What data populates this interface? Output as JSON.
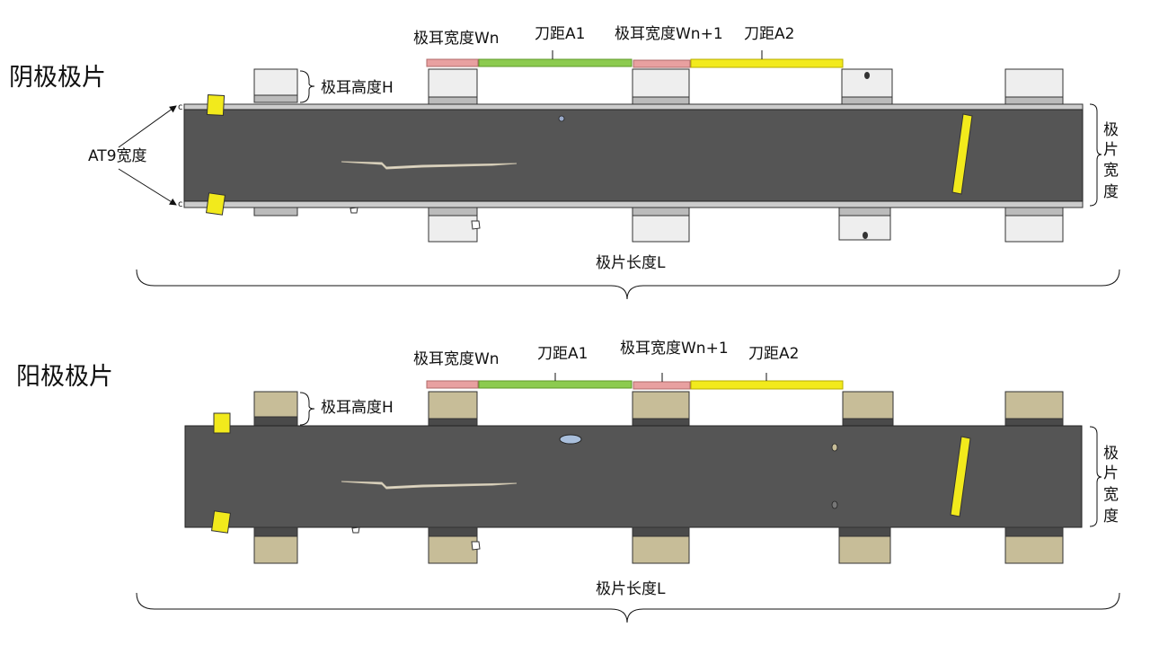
{
  "cathode": {
    "title": "阴极极片",
    "tab_width_n": "极耳宽度Wn",
    "knife_a1": "刀距A1",
    "tab_width_n1": "极耳宽度Wn+1",
    "knife_a2": "刀距A2",
    "tab_height": "极耳高度H",
    "at9_width": "AT9宽度",
    "sheet_width": [
      "极",
      "片",
      "宽",
      "度"
    ],
    "sheet_length": "极片长度L"
  },
  "anode": {
    "title": "阳极极片",
    "tab_width_n": "极耳宽度Wn",
    "knife_a1": "刀距A1",
    "tab_width_n1": "极耳宽度Wn+1",
    "knife_a2": "刀距A2",
    "tab_height": "极耳高度H",
    "sheet_width": [
      "极",
      "片",
      "宽",
      "度"
    ],
    "sheet_length": "极片长度L"
  },
  "colors": {
    "foil": "#555555",
    "cathode_tab": "#eeeeee",
    "anode_tab": "#c7bd98",
    "wn_bar": "#e8a0a0",
    "a1_bar": "#8ccb4f",
    "a2_bar": "#f2ea1c",
    "marker": "#f2ea1c"
  }
}
